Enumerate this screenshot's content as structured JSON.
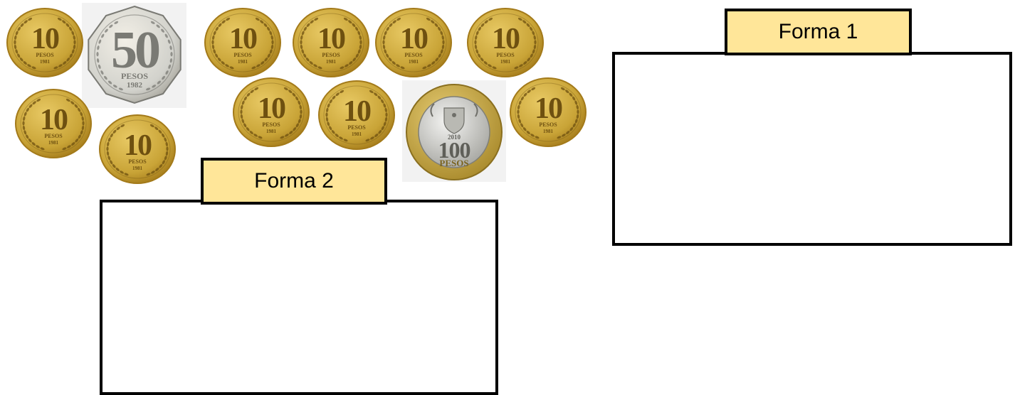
{
  "colors": {
    "label_fill": "#ffe699",
    "box_border": "#000000",
    "gold_face": "#c9a437",
    "gold_rim": "#a37a1a",
    "gold_dark": "#6e5010",
    "silver_face": "#d2d2cc",
    "silver_dark": "#7a7a74"
  },
  "forms": [
    {
      "label": "Forma 1"
    },
    {
      "label": "Forma 2"
    }
  ],
  "coins": [
    {
      "kind": "gold",
      "denomination": "10",
      "currency": "PESOS",
      "year": "1981"
    },
    {
      "kind": "silver",
      "denomination": "50",
      "currency": "PESOS",
      "year": "1982"
    },
    {
      "kind": "gold",
      "denomination": "10",
      "currency": "PESOS",
      "year": "1981"
    },
    {
      "kind": "gold",
      "denomination": "10",
      "currency": "PESOS",
      "year": "1981"
    },
    {
      "kind": "gold",
      "denomination": "10",
      "currency": "PESOS",
      "year": "1981"
    },
    {
      "kind": "gold",
      "denomination": "10",
      "currency": "PESOS",
      "year": "1981"
    },
    {
      "kind": "gold",
      "denomination": "10",
      "currency": "PESOS",
      "year": "1981"
    },
    {
      "kind": "gold",
      "denomination": "10",
      "currency": "PESOS",
      "year": "1981"
    },
    {
      "kind": "gold",
      "denomination": "10",
      "currency": "PESOS",
      "year": "1981"
    },
    {
      "kind": "gold",
      "denomination": "10",
      "currency": "PESOS",
      "year": "1981"
    },
    {
      "kind": "bimetal",
      "denomination": "100",
      "currency": "PESOS",
      "year": "2010"
    },
    {
      "kind": "gold",
      "denomination": "10",
      "currency": "PESOS",
      "year": "1981"
    }
  ]
}
